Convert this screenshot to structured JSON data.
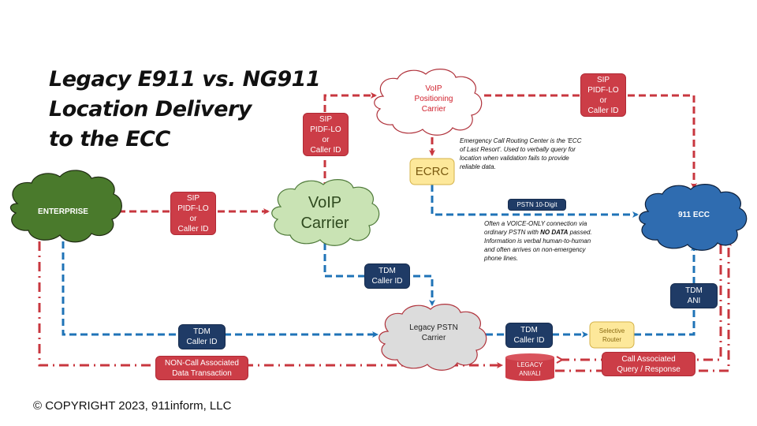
{
  "title": {
    "lines": [
      "Legacy E911 vs. NG911",
      "Location Delivery",
      "to the ECC"
    ]
  },
  "colors": {
    "red_flow": "#c8373f",
    "blue_flow": "#1f73b7",
    "enterprise_cloud": "#4a7a2c",
    "voip_cloud": "#c9e3b4",
    "ecc_cloud": "#2f6cb0",
    "pstn_cloud": "#dcdcdc",
    "red_box": "#cc3d47",
    "navy_box": "#1f3b66",
    "yellow_box": "#fde89a"
  },
  "nodes": {
    "enterprise": "ENTERPRISE",
    "voip_carrier": [
      "VoIP",
      "Carrier"
    ],
    "voip_positioning_carrier": [
      "VoIP",
      "Positioning",
      "Carrier"
    ],
    "ecrc": "ECRC",
    "ecc": "911 ECC",
    "legacy_pstn_carrier": [
      "Legacy PSTN",
      "Carrier"
    ],
    "selective_router": [
      "Selective",
      "Router"
    ],
    "legacy_ani_ali": [
      "LEGACY",
      "ANI/ALI"
    ]
  },
  "labels": {
    "sip_enterprise": [
      "SIP",
      "PIDF-LO",
      "or",
      "Caller ID"
    ],
    "sip_voip_up": [
      "SIP",
      "PIDF-LO",
      "or",
      "Caller ID"
    ],
    "sip_positioning_to_ecc": [
      "SIP",
      "PIDF-LO",
      "or",
      "Caller ID"
    ],
    "tdm_voip_to_pstn": [
      "TDM",
      "Caller ID"
    ],
    "tdm_enterprise_to_pstn": [
      "TDM",
      "Caller ID"
    ],
    "tdm_pstn_to_router": [
      "TDM",
      "Caller ID"
    ],
    "tdm_ani": [
      "TDM",
      "ANI"
    ],
    "pstn_10_digit": "PSTN 10-Digit",
    "non_call_associated": [
      "NON-Call Associated",
      "Data Transaction"
    ],
    "call_associated": [
      "Call Associated",
      "Query / Response"
    ]
  },
  "notes": {
    "ecrc_note": [
      "Emergency Call Routing Center is the 'ECC",
      "of Last Resort'. Used to verbally query for",
      "location when validation fails to provide",
      "reliable data."
    ],
    "pstn_note_before_bold": [
      "Often a VOICE-ONLY connection via",
      "ordinary PSTN with "
    ],
    "pstn_note_bold": "NO DATA",
    "pstn_note_after_bold": " passed.",
    "pstn_note_rest": [
      "Information is verbal human-to-human",
      "and often arrives on non-emergency",
      "phone lines."
    ]
  },
  "copyright": "© COPYRIGHT 2023, 911inform, LLC"
}
